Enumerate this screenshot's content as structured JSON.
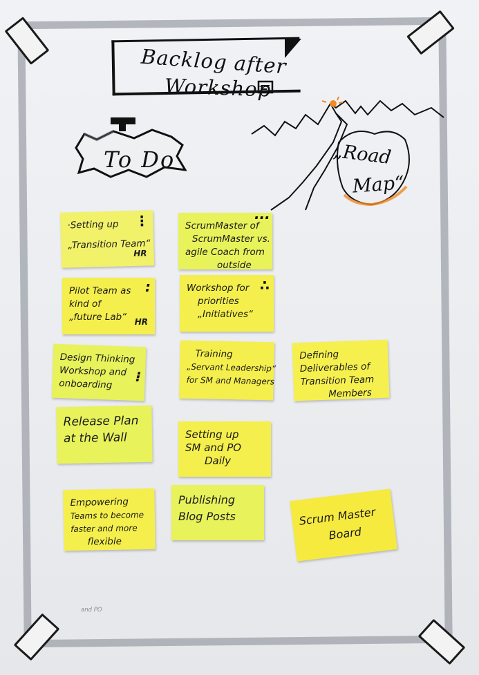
{
  "title": {
    "line1": "Backlog after",
    "line2": "Workshop"
  },
  "todo": {
    "label": "To Do"
  },
  "roadmap": {
    "line1": "„Road",
    "line2": "Map“"
  },
  "notes": {
    "n1": {
      "lines": [
        "·Setting up",
        "„Transition Team“"
      ],
      "tag": "HR"
    },
    "n2": {
      "lines": [
        "ScrumMaster of",
        "ScrumMaster vs.",
        "agile Coach from",
        "outside"
      ]
    },
    "n3": {
      "lines": [
        "Pilot Team as",
        "kind of",
        "„future Lab“"
      ],
      "tag": "HR"
    },
    "n4": {
      "lines": [
        "Workshop for",
        "priorities",
        "„Initiatives“"
      ]
    },
    "n5": {
      "lines": [
        "Design Thinking",
        "Workshop and",
        "onboarding"
      ]
    },
    "n6": {
      "lines": [
        "Training",
        "„Servant Leadership“",
        "for SM and Managers"
      ]
    },
    "n7": {
      "lines": [
        "Defining",
        "Deliverables of",
        "Transition Team",
        "Members"
      ]
    },
    "n8": {
      "lines": [
        "Release Plan",
        "at the Wall"
      ]
    },
    "n9": {
      "lines": [
        "Setting up",
        "SM and PO",
        "Daily"
      ]
    },
    "n10": {
      "lines": [
        "Empowering",
        "Teams to become",
        "faster and more",
        "flexible"
      ]
    },
    "n11": {
      "lines": [
        "Publishing",
        "Blog Posts"
      ]
    },
    "n12": {
      "lines": [
        "Scrum Master",
        "Board"
      ]
    }
  },
  "footer": {
    "text": "and PO"
  }
}
